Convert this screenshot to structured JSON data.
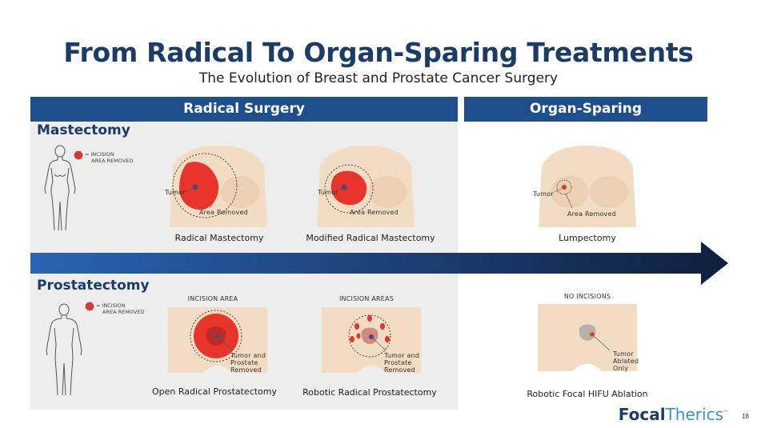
{
  "title": "From Radical To Organ-Sparing Treatments",
  "subtitle": "The Evolution of Breast and Prostate Cancer Surgery",
  "headers": {
    "radical": "Radical Surgery",
    "organ_sparing": "Organ-Sparing"
  },
  "mastectomy": {
    "section_title": "Mastectomy",
    "legend": [
      "= INCISION",
      "AREA REMOVED"
    ],
    "items": [
      {
        "caption": "Radical Mastectomy",
        "tumor_label": "Tumor",
        "area_label": "Area Removed"
      },
      {
        "caption": "Modified Radical Mastectomy",
        "tumor_label": "Tumor",
        "area_label": "Area Removed"
      },
      {
        "caption": "Lumpectomy",
        "tumor_label": "Tumor",
        "area_label": "Area Removed"
      }
    ]
  },
  "prostatectomy": {
    "section_title": "Prostatectomy",
    "legend": [
      "= INCISION",
      "AREA REMOVED"
    ],
    "items": [
      {
        "caption": "Open Radical Prostatectomy",
        "top_label": "INCISION AREA",
        "note": [
          "Tumor and",
          "Prostate",
          "Removed"
        ]
      },
      {
        "caption": "Robotic Radical Prostatectomy",
        "top_label": "INCISION AREAS",
        "note": [
          "Tumor and",
          "Prostate",
          "Removed"
        ]
      },
      {
        "caption": "Robotic Focal HIFU Ablation",
        "top_label": "NO INCISIONS",
        "note": [
          "Tumor",
          "Ablated",
          "Only"
        ]
      }
    ]
  },
  "brand": {
    "part1": "Focal",
    "part2": "Therics",
    "tm": "™"
  },
  "page_number": "18",
  "colors": {
    "navy": "#1c3c68",
    "header_blue": "#1f4e8c",
    "incision_red": "#e8342a",
    "skin": "#f3dcc4"
  }
}
